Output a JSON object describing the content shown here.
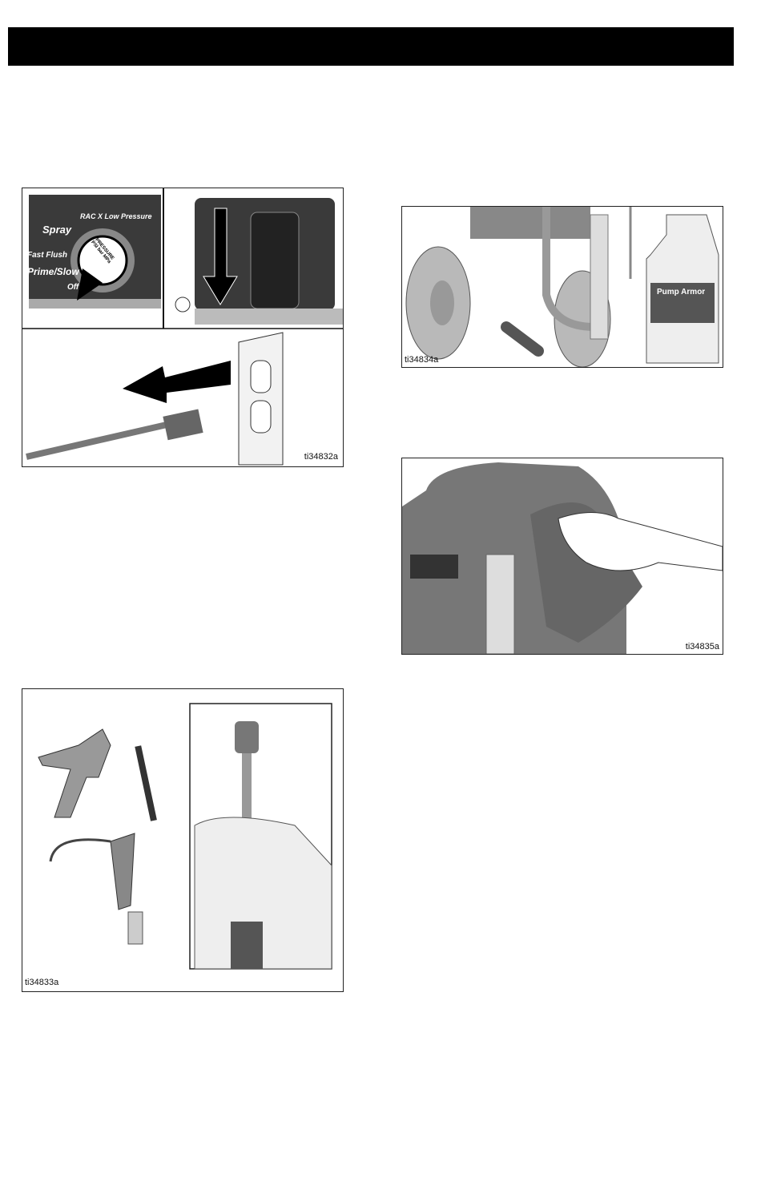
{
  "figures": [
    {
      "id": "ti34832a",
      "dial_labels": {
        "brand": "RAC X Low Pressure",
        "spray": "Spray",
        "fast_flush": "Fast Flush",
        "prime_slow": "Prime/Slow",
        "off": "Off",
        "knob": "PRESSURE PSI bar MPa"
      }
    },
    {
      "id": "ti34834a",
      "product_label": "Pump Armor"
    },
    {
      "id": "ti34835a"
    },
    {
      "id": "ti34833a"
    }
  ],
  "colors": {
    "header_bar": "#000000",
    "panel": "#3a3a3a",
    "tire": "#b9b9b9"
  }
}
